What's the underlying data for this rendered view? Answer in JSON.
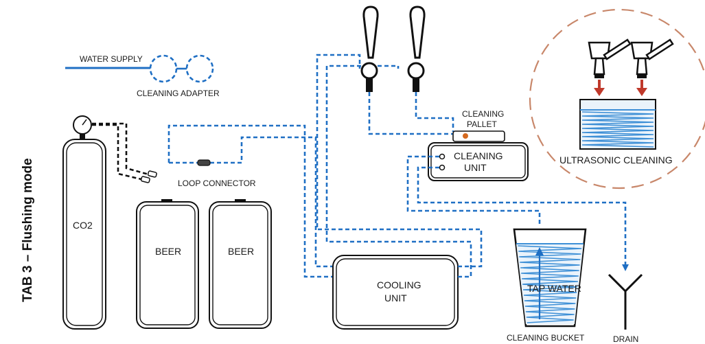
{
  "title": "TAB 3 – Flushing mode",
  "labels": {
    "water_supply": "WATER SUPPLY",
    "cleaning_adapter": "CLEANING ADAPTER",
    "loop_connector": "LOOP CONNECTOR",
    "co2": "CO2",
    "beer_1": "BEER",
    "beer_2": "BEER",
    "cooling_unit_line1": "COOLING",
    "cooling_unit_line2": "UNIT",
    "cleaning_pallet_line1": "CLEANING",
    "cleaning_pallet_line2": "PALLET",
    "cleaning_unit_line1": "CLEANING",
    "cleaning_unit_line2": "UNIT",
    "ultrasonic_cleaning": "ULTRASONIC CLEANING",
    "tap_water": "TAP WATER",
    "cleaning_bucket": "CLEANING BUCKET",
    "drain": "DRAIN"
  },
  "colors": {
    "line_blue": "#1f6fc4",
    "water_blue": "#3d8fd6",
    "arrow_red": "#c0392b",
    "circle_dash": "#c8876a",
    "outline": "#111111"
  }
}
